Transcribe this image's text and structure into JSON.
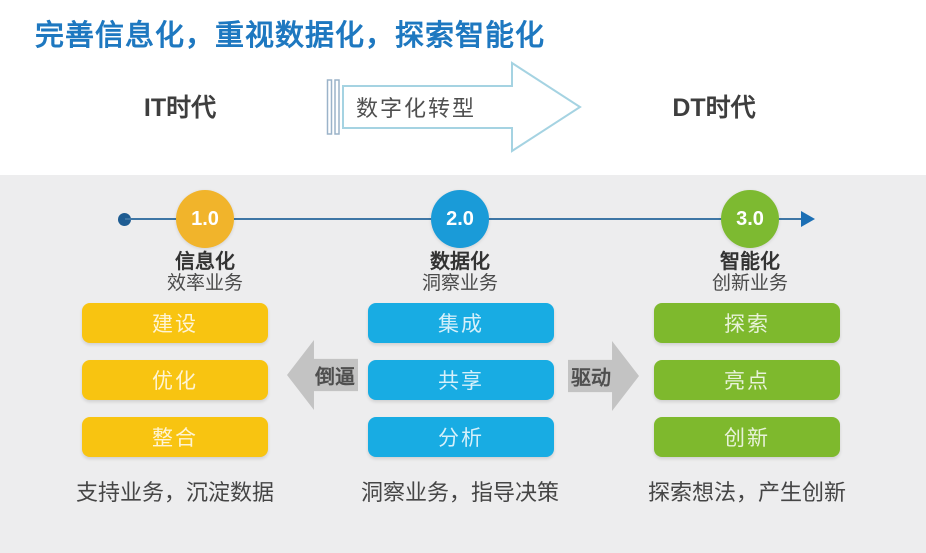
{
  "title": "完善信息化，重视数据化，探索智能化",
  "header": {
    "left_era": "IT时代",
    "transform_arrow_label": "数字化转型",
    "right_era": "DT时代"
  },
  "timeline": {
    "stages": [
      {
        "version": "1.0",
        "name": "信息化",
        "subtitle": "效率业务",
        "items": [
          "建设",
          "优化",
          "整合"
        ],
        "caption": "支持业务，沉淀数据",
        "circle_color": "#F1B42B",
        "box_color": "#F8C411"
      },
      {
        "version": "2.0",
        "name": "数据化",
        "subtitle": "洞察业务",
        "items": [
          "集成",
          "共享",
          "分析"
        ],
        "caption": "洞察业务，指导决策",
        "circle_color": "#1A9BD8",
        "box_color": "#18ACE3"
      },
      {
        "version": "3.0",
        "name": "智能化",
        "subtitle": "创新业务",
        "items": [
          "探索",
          "亮点",
          "创新"
        ],
        "caption": "探索想法，产生创新",
        "circle_color": "#7DBA31",
        "box_color": "#7EB92D"
      }
    ],
    "connectors": [
      {
        "label": "倒逼",
        "direction": "left"
      },
      {
        "label": "驱动",
        "direction": "right"
      }
    ]
  },
  "colors": {
    "title_text": "#1E78C0",
    "panel_background": "#EDEDEE",
    "timeline_line": "#3E76A5",
    "timeline_dot": "#1E5C92",
    "timeline_end_arrow": "#1C6FB4",
    "connector_arrow": "#C3C3C3",
    "header_arrow_outline": "#A5D3E2"
  }
}
